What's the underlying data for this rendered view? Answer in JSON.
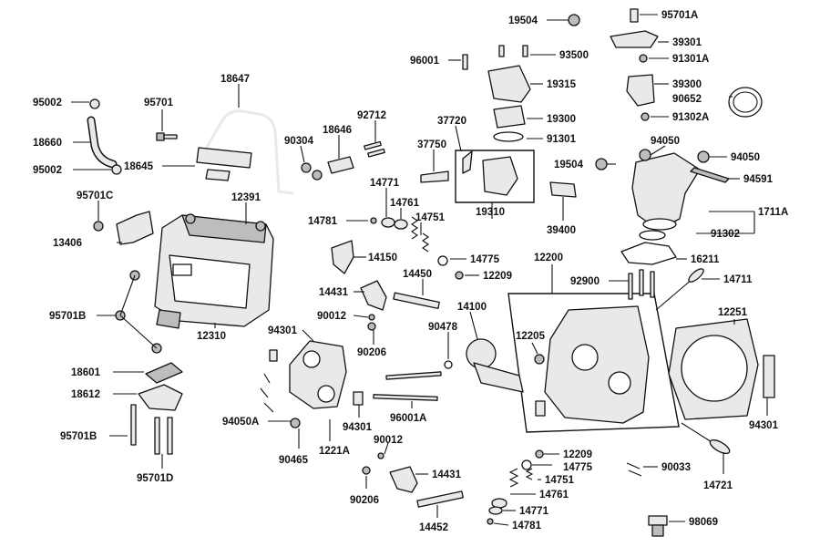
{
  "labels": {
    "l_19504a": "19504",
    "l_95701a": "95701A",
    "l_93500": "93500",
    "l_96001": "96001",
    "l_39301": "39301",
    "l_91301a": "91301A",
    "l_19315": "19315",
    "l_39300": "39300",
    "l_90652": "90652",
    "l_19300": "19300",
    "l_91302a": "91302A",
    "l_18647": "18647",
    "l_95002a": "95002",
    "l_95701": "95701",
    "l_92712": "92712",
    "l_37720": "37720",
    "l_91301": "91301",
    "l_18646": "18646",
    "l_90304": "90304",
    "l_18660": "18660",
    "l_37750": "37750",
    "l_19504b": "19504",
    "l_94050a": "94050",
    "l_94050b": "94050",
    "l_95002b": "95002",
    "l_18645": "18645",
    "l_14771a": "14771",
    "l_94591": "94591",
    "l_95701c": "95701C",
    "l_12391": "12391",
    "l_14761a": "14761",
    "l_19310": "19310",
    "l_39400": "39400",
    "l_14781a": "14781",
    "l_14751a": "14751",
    "l_1711a": "1711A",
    "l_91302": "91302",
    "l_13406": "13406",
    "l_14775a": "14775",
    "l_14150": "14150",
    "l_12200": "12200",
    "l_16211": "16211",
    "l_14450": "14450",
    "l_12209a": "12209",
    "l_92900": "92900",
    "l_14711": "14711",
    "l_14431a": "14431",
    "l_14100": "14100",
    "l_95701b": "95701B",
    "l_12251": "12251",
    "l_90012a": "90012",
    "l_12205": "12205",
    "l_94301a": "94301",
    "l_90478": "90478",
    "l_90206a": "90206",
    "l_12310": "12310",
    "l_18601": "18601",
    "l_18612": "18612",
    "l_94050a2": "94050A",
    "l_94301b": "94301",
    "l_96001a": "96001A",
    "l_94301c": "94301",
    "l_95701b2": "95701B",
    "l_90012b": "90012",
    "l_1221a": "1221A",
    "l_90465": "90465",
    "l_12209b": "12209",
    "l_14775b": "14775",
    "l_95701d": "95701D",
    "l_14431b": "14431",
    "l_14751b": "14751",
    "l_90033": "90033",
    "l_14761b": "14761",
    "l_14721": "14721",
    "l_90206b": "90206",
    "l_14771b": "14771",
    "l_14452": "14452",
    "l_14781b": "14781",
    "l_98069": "98069"
  }
}
